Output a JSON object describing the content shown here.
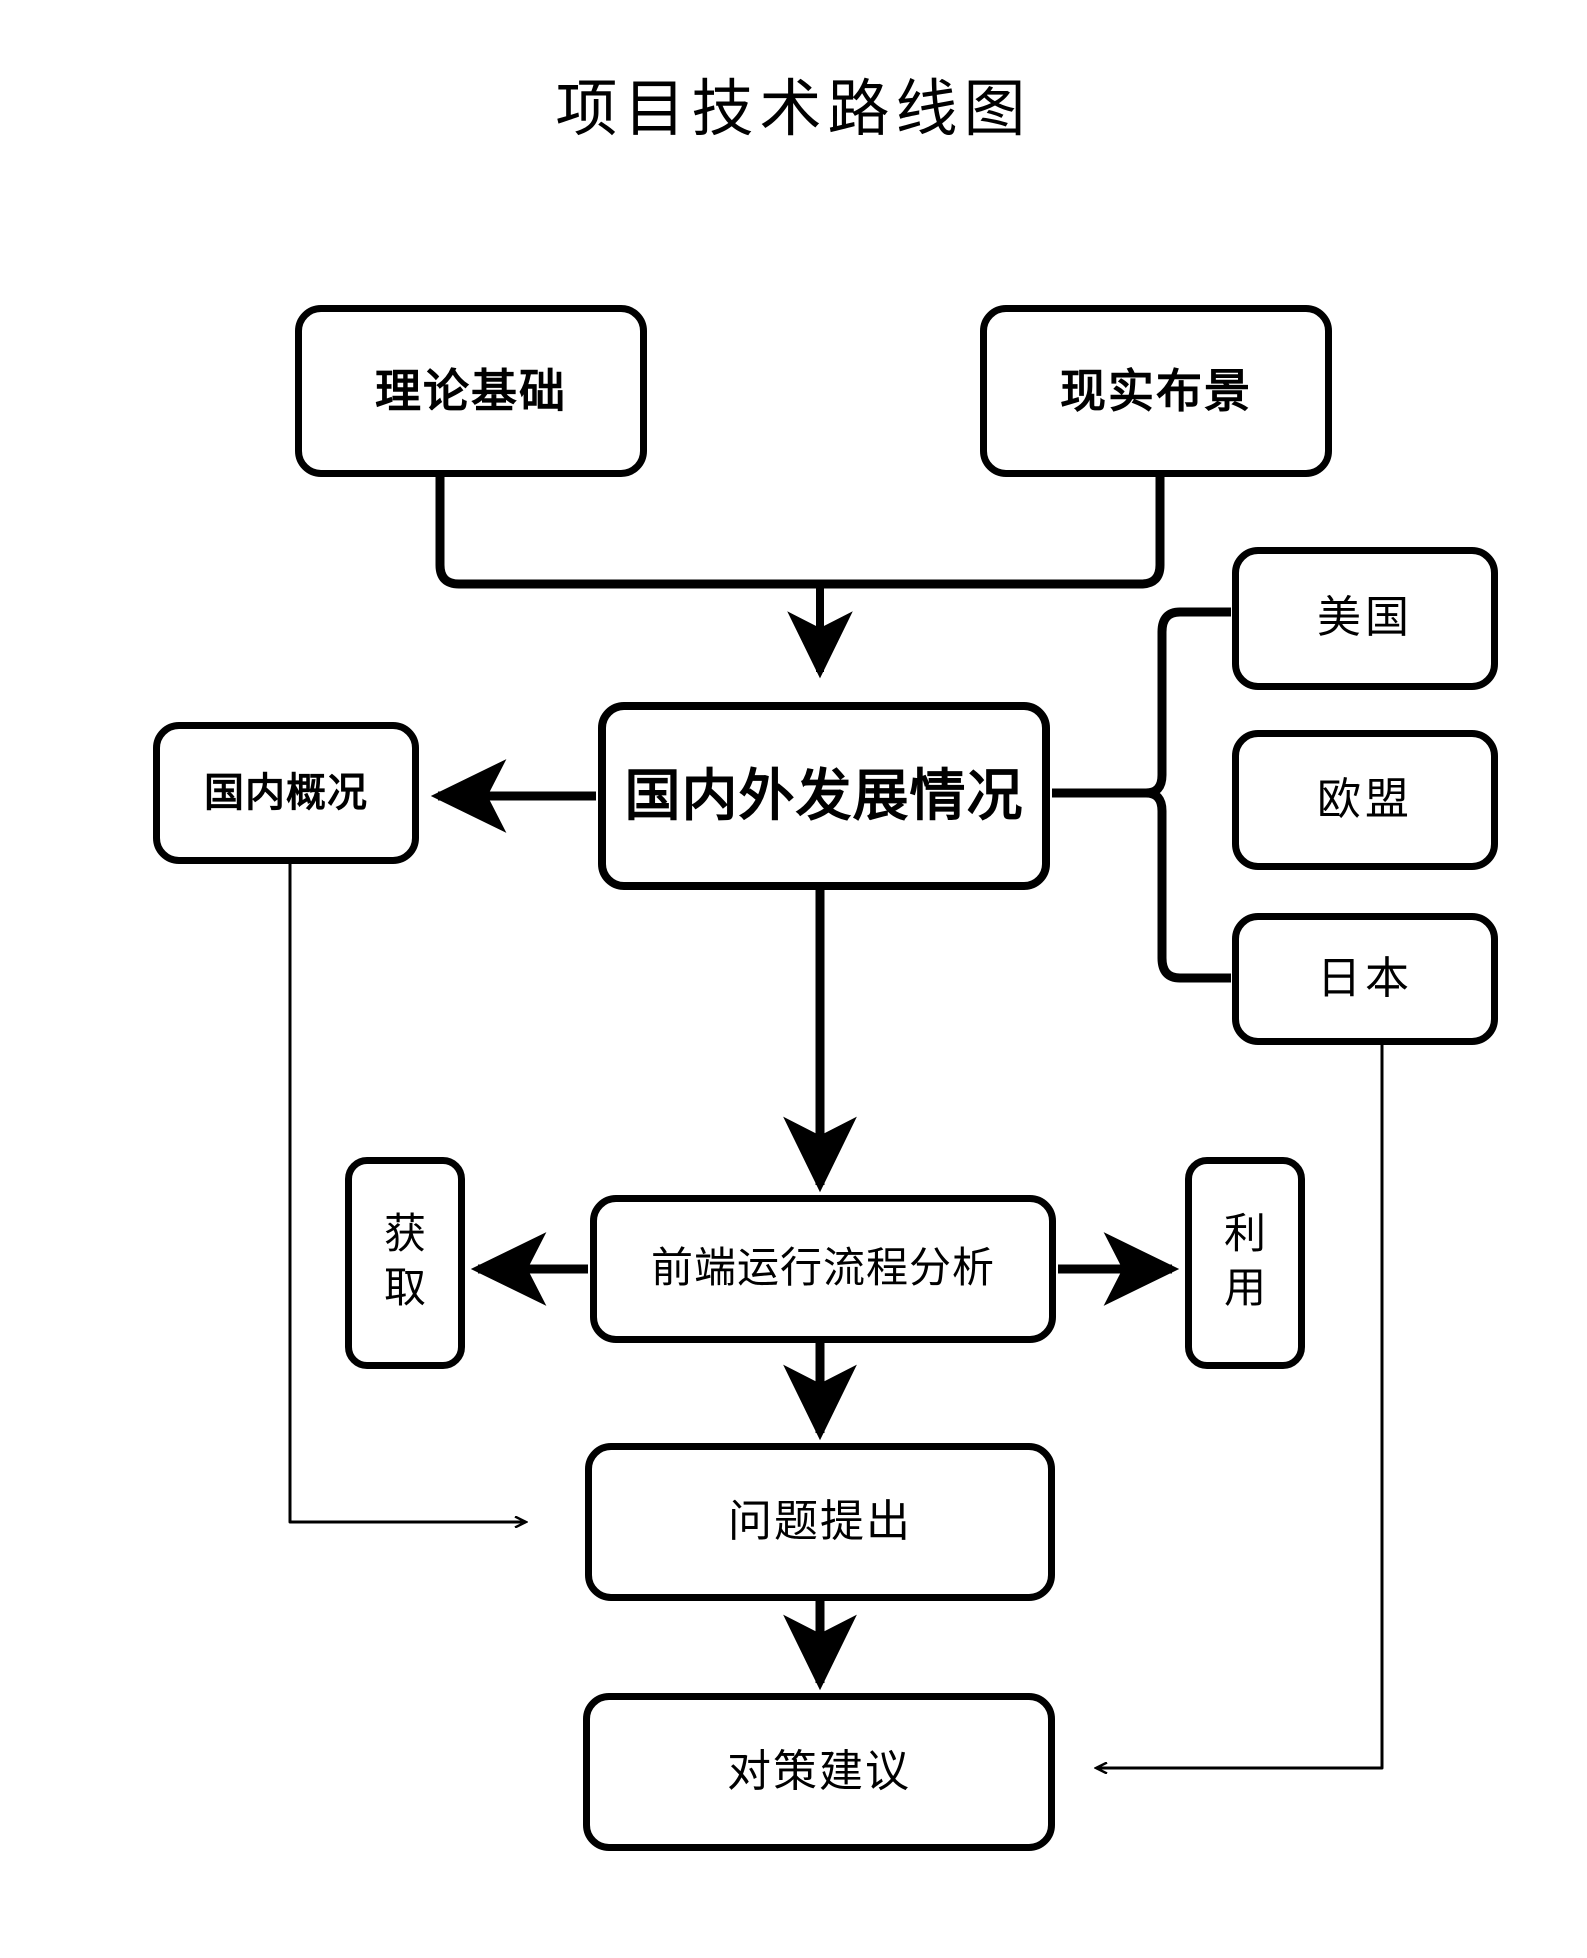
{
  "title": "项目技术路线图",
  "colors": {
    "stroke": "#000000",
    "background": "#ffffff",
    "text": "#000000"
  },
  "nodes": {
    "theory": {
      "label": "理论基础"
    },
    "reality": {
      "label": "现实布景"
    },
    "main": {
      "label": "国内外发展情况"
    },
    "domestic": {
      "label": "国内概况"
    },
    "usa": {
      "label": "美国"
    },
    "eu": {
      "label": "欧盟"
    },
    "japan": {
      "label": "日本"
    },
    "acquire": {
      "label": "获取"
    },
    "process": {
      "label": "前端运行流程分析"
    },
    "utilize": {
      "label": "利用"
    },
    "question": {
      "label": "问题提出"
    },
    "advice": {
      "label": "对策建议"
    }
  },
  "edges": [
    {
      "from": "theory",
      "to": "main",
      "style": "thick-merge-arrow"
    },
    {
      "from": "reality",
      "to": "main",
      "style": "thick-merge-arrow"
    },
    {
      "from": "main",
      "to": "domestic",
      "style": "thick-arrow-left"
    },
    {
      "from": "usa",
      "to": "main",
      "style": "thick-brace"
    },
    {
      "from": "eu",
      "to": "main",
      "style": "thick-brace"
    },
    {
      "from": "japan",
      "to": "main",
      "style": "thick-brace"
    },
    {
      "from": "main",
      "to": "process",
      "style": "thick-arrow-down"
    },
    {
      "from": "process",
      "to": "acquire",
      "style": "thick-arrow-left"
    },
    {
      "from": "process",
      "to": "utilize",
      "style": "thick-arrow-right"
    },
    {
      "from": "process",
      "to": "question",
      "style": "thick-arrow-down"
    },
    {
      "from": "domestic",
      "to": "question",
      "style": "thin-arrow-right"
    },
    {
      "from": "question",
      "to": "advice",
      "style": "thick-arrow-down"
    },
    {
      "from": "japan",
      "to": "advice",
      "style": "thin-arrow-left"
    }
  ]
}
